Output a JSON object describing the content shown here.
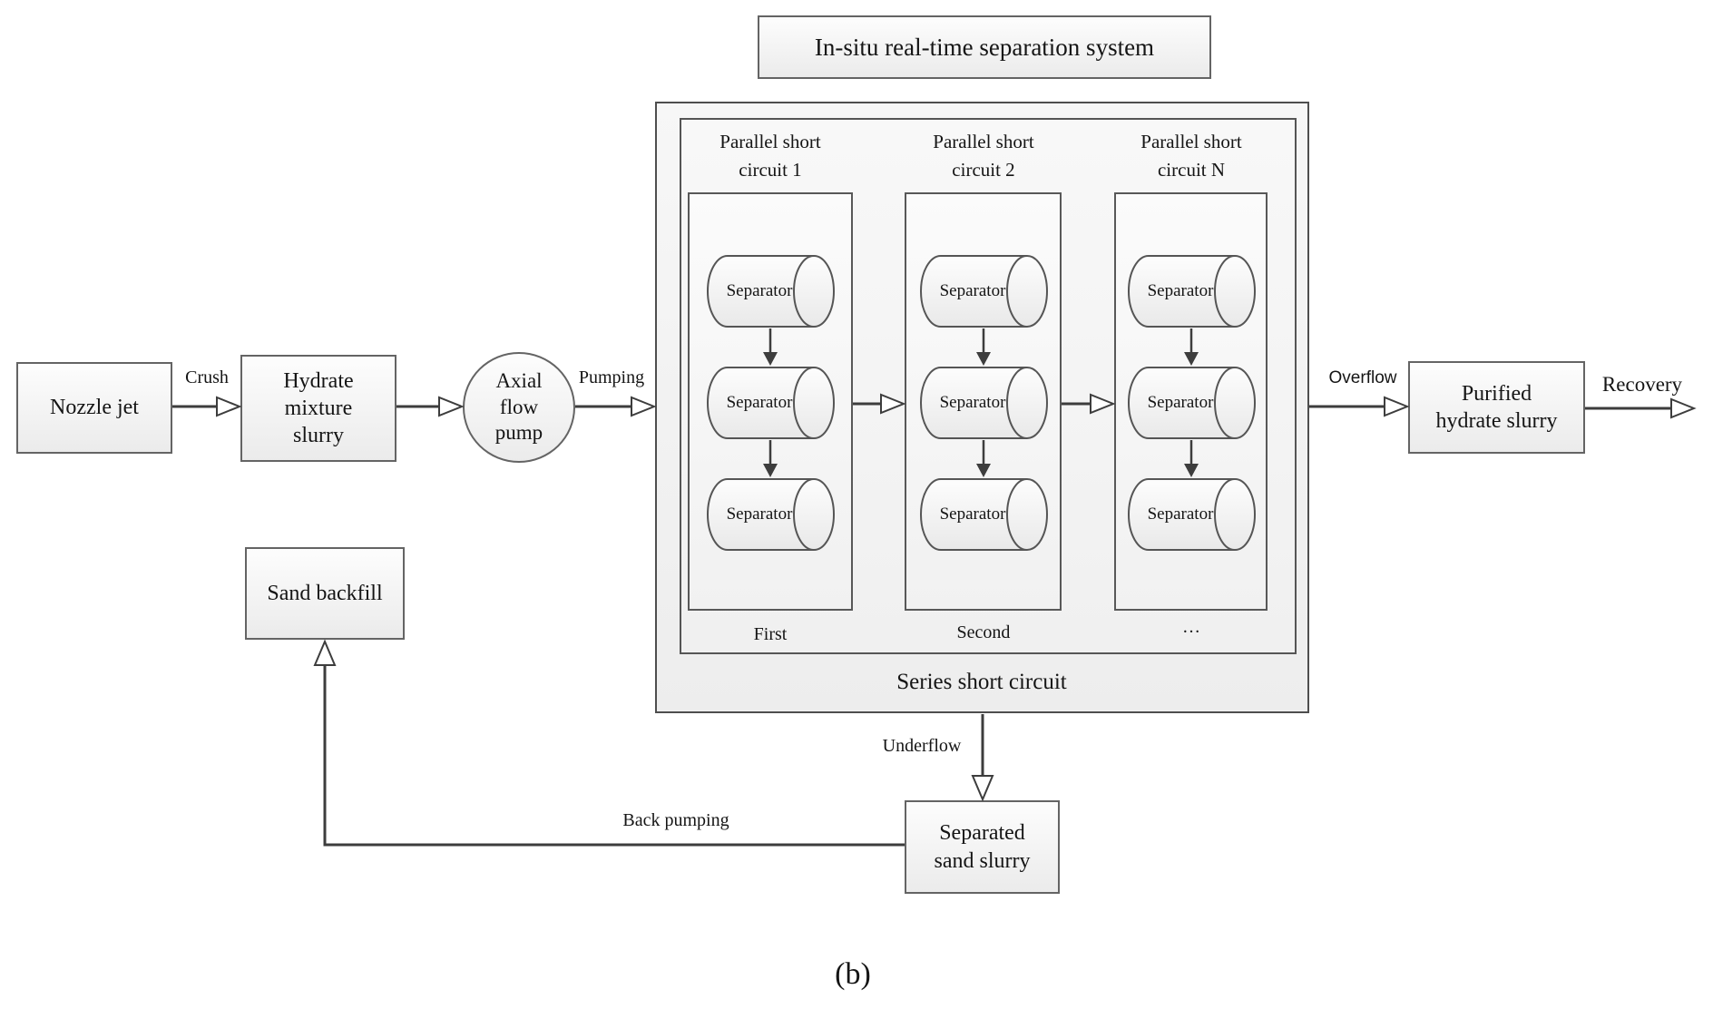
{
  "title": "In-situ real-time separation system",
  "caption": "(b)",
  "nodes": {
    "nozzle_jet": "Nozzle jet",
    "hydrate": {
      "l1": "Hydrate",
      "l2": "mixture",
      "l3": "slurry"
    },
    "pump": {
      "l1": "Axial",
      "l2": "flow",
      "l3": "pump"
    },
    "purified": {
      "l1": "Purified",
      "l2": "hydrate slurry"
    },
    "separated": {
      "l1": "Separated",
      "l2": "sand slurry"
    },
    "sand_backfill": "Sand backfill",
    "separator": "Separator"
  },
  "system": {
    "series_label": "Series short circuit",
    "columns": [
      {
        "header_l1": "Parallel short",
        "header_l2": "circuit 1",
        "footer": "First"
      },
      {
        "header_l1": "Parallel short",
        "header_l2": "circuit 2",
        "footer": "Second"
      },
      {
        "header_l1": "Parallel short",
        "header_l2": "circuit N",
        "footer": "…"
      }
    ]
  },
  "flow_labels": {
    "crush": "Crush",
    "pumping": "Pumping",
    "overflow": "Overflow",
    "recovery": "Recovery",
    "underflow": "Underflow",
    "back_pumping": "Back pumping"
  },
  "colors": {
    "line": "#3d3d3d",
    "border": "#555555",
    "text": "#151515"
  }
}
